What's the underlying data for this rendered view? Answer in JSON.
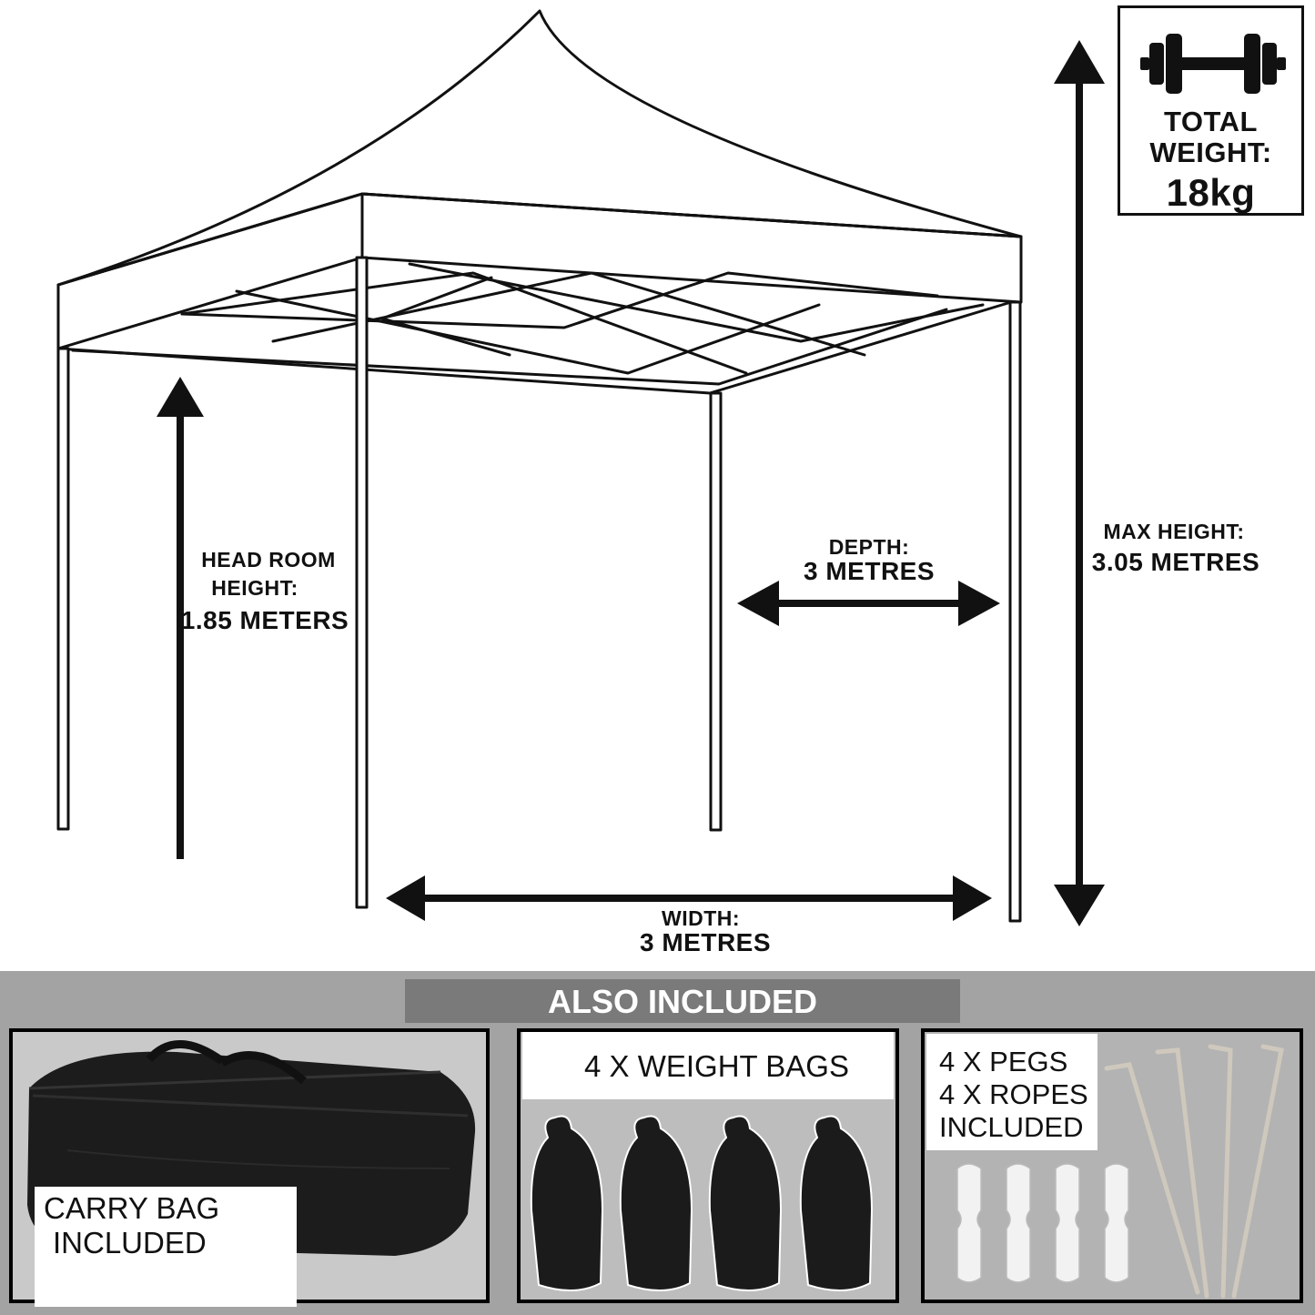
{
  "weight": {
    "line1": "TOTAL",
    "line2": "WEIGHT:",
    "value": "18kg",
    "icon": "dumbbell-icon"
  },
  "dimensions": {
    "headroom": {
      "line1": "HEAD ROOM",
      "line2": "HEIGHT:",
      "value": "1.85 METERS"
    },
    "depth": {
      "label": "DEPTH:",
      "value": "3 METRES"
    },
    "max_height": {
      "label": "MAX HEIGHT:",
      "value": "3.05 METRES"
    },
    "width": {
      "label": "WIDTH:",
      "value": "3 METRES"
    }
  },
  "included": {
    "header": "ALSO INCLUDED",
    "carry_bag": {
      "line1": "CARRY BAG",
      "line2": "INCLUDED"
    },
    "weight_bags": {
      "label": "4 X WEIGHT BAGS"
    },
    "pegs_ropes": {
      "line1": "4 X PEGS",
      "line2": "4 X ROPES",
      "line3": "INCLUDED"
    }
  },
  "colors": {
    "ink": "#111111",
    "band": "#a3a3a3",
    "header_bar": "#7a7a7a",
    "bag": "#1c1c1c",
    "rope": "#f2f2f2",
    "peg": "#cfc8bd"
  }
}
